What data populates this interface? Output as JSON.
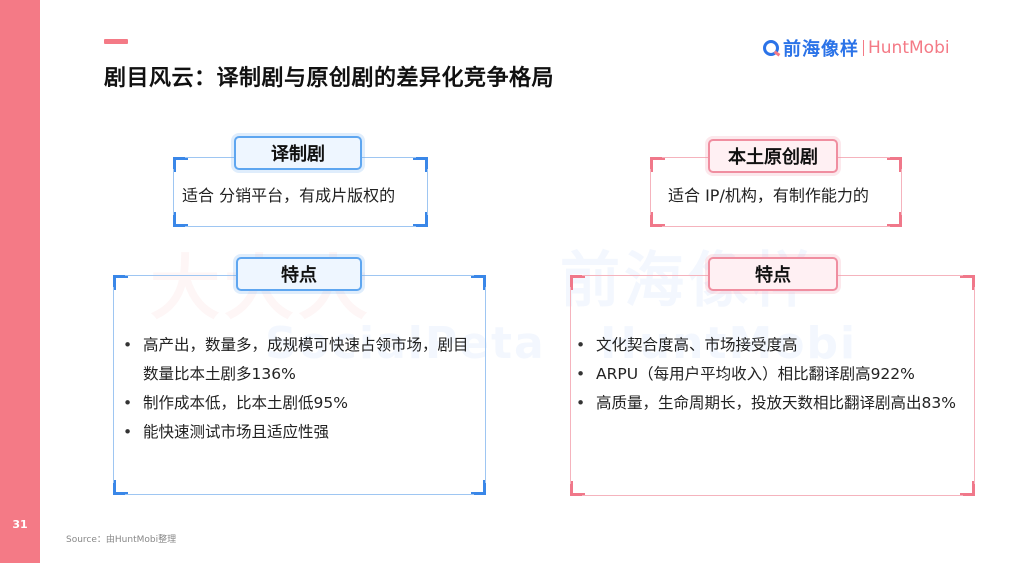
{
  "slide": {
    "page_number": "31",
    "title": "剧目风云：译制剧与原创剧的差异化竞争格局",
    "source": "Source：由HuntMobi整理"
  },
  "logo": {
    "cn": "前海像样",
    "en": "HuntMobi"
  },
  "watermarks": {
    "left_cn": "大大大",
    "right_cn": "前海像样",
    "left_en": "SocialPeta",
    "right_en": "HuntMobi"
  },
  "colors": {
    "accent_pink": "#f47a86",
    "accent_blue": "#2b73e8"
  },
  "left": {
    "tag": "译制剧",
    "desc": "适合 分销平台，有成片版权的",
    "features_tag": "特点",
    "bullets": [
      "高产出，数量多，成规模可快速占领市场，剧目数量比本土剧多136%",
      "制作成本低，比本土剧低95%",
      "能快速测试市场且适应性强"
    ]
  },
  "right": {
    "tag": "本土原创剧",
    "desc": "适合 IP/机构，有制作能力的",
    "features_tag": "特点",
    "bullets": [
      "文化契合度高、市场接受度高",
      "ARPU（每用户平均收入）相比翻译剧高922%",
      "高质量，生命周期长，投放天数相比翻译剧高出83%"
    ]
  }
}
